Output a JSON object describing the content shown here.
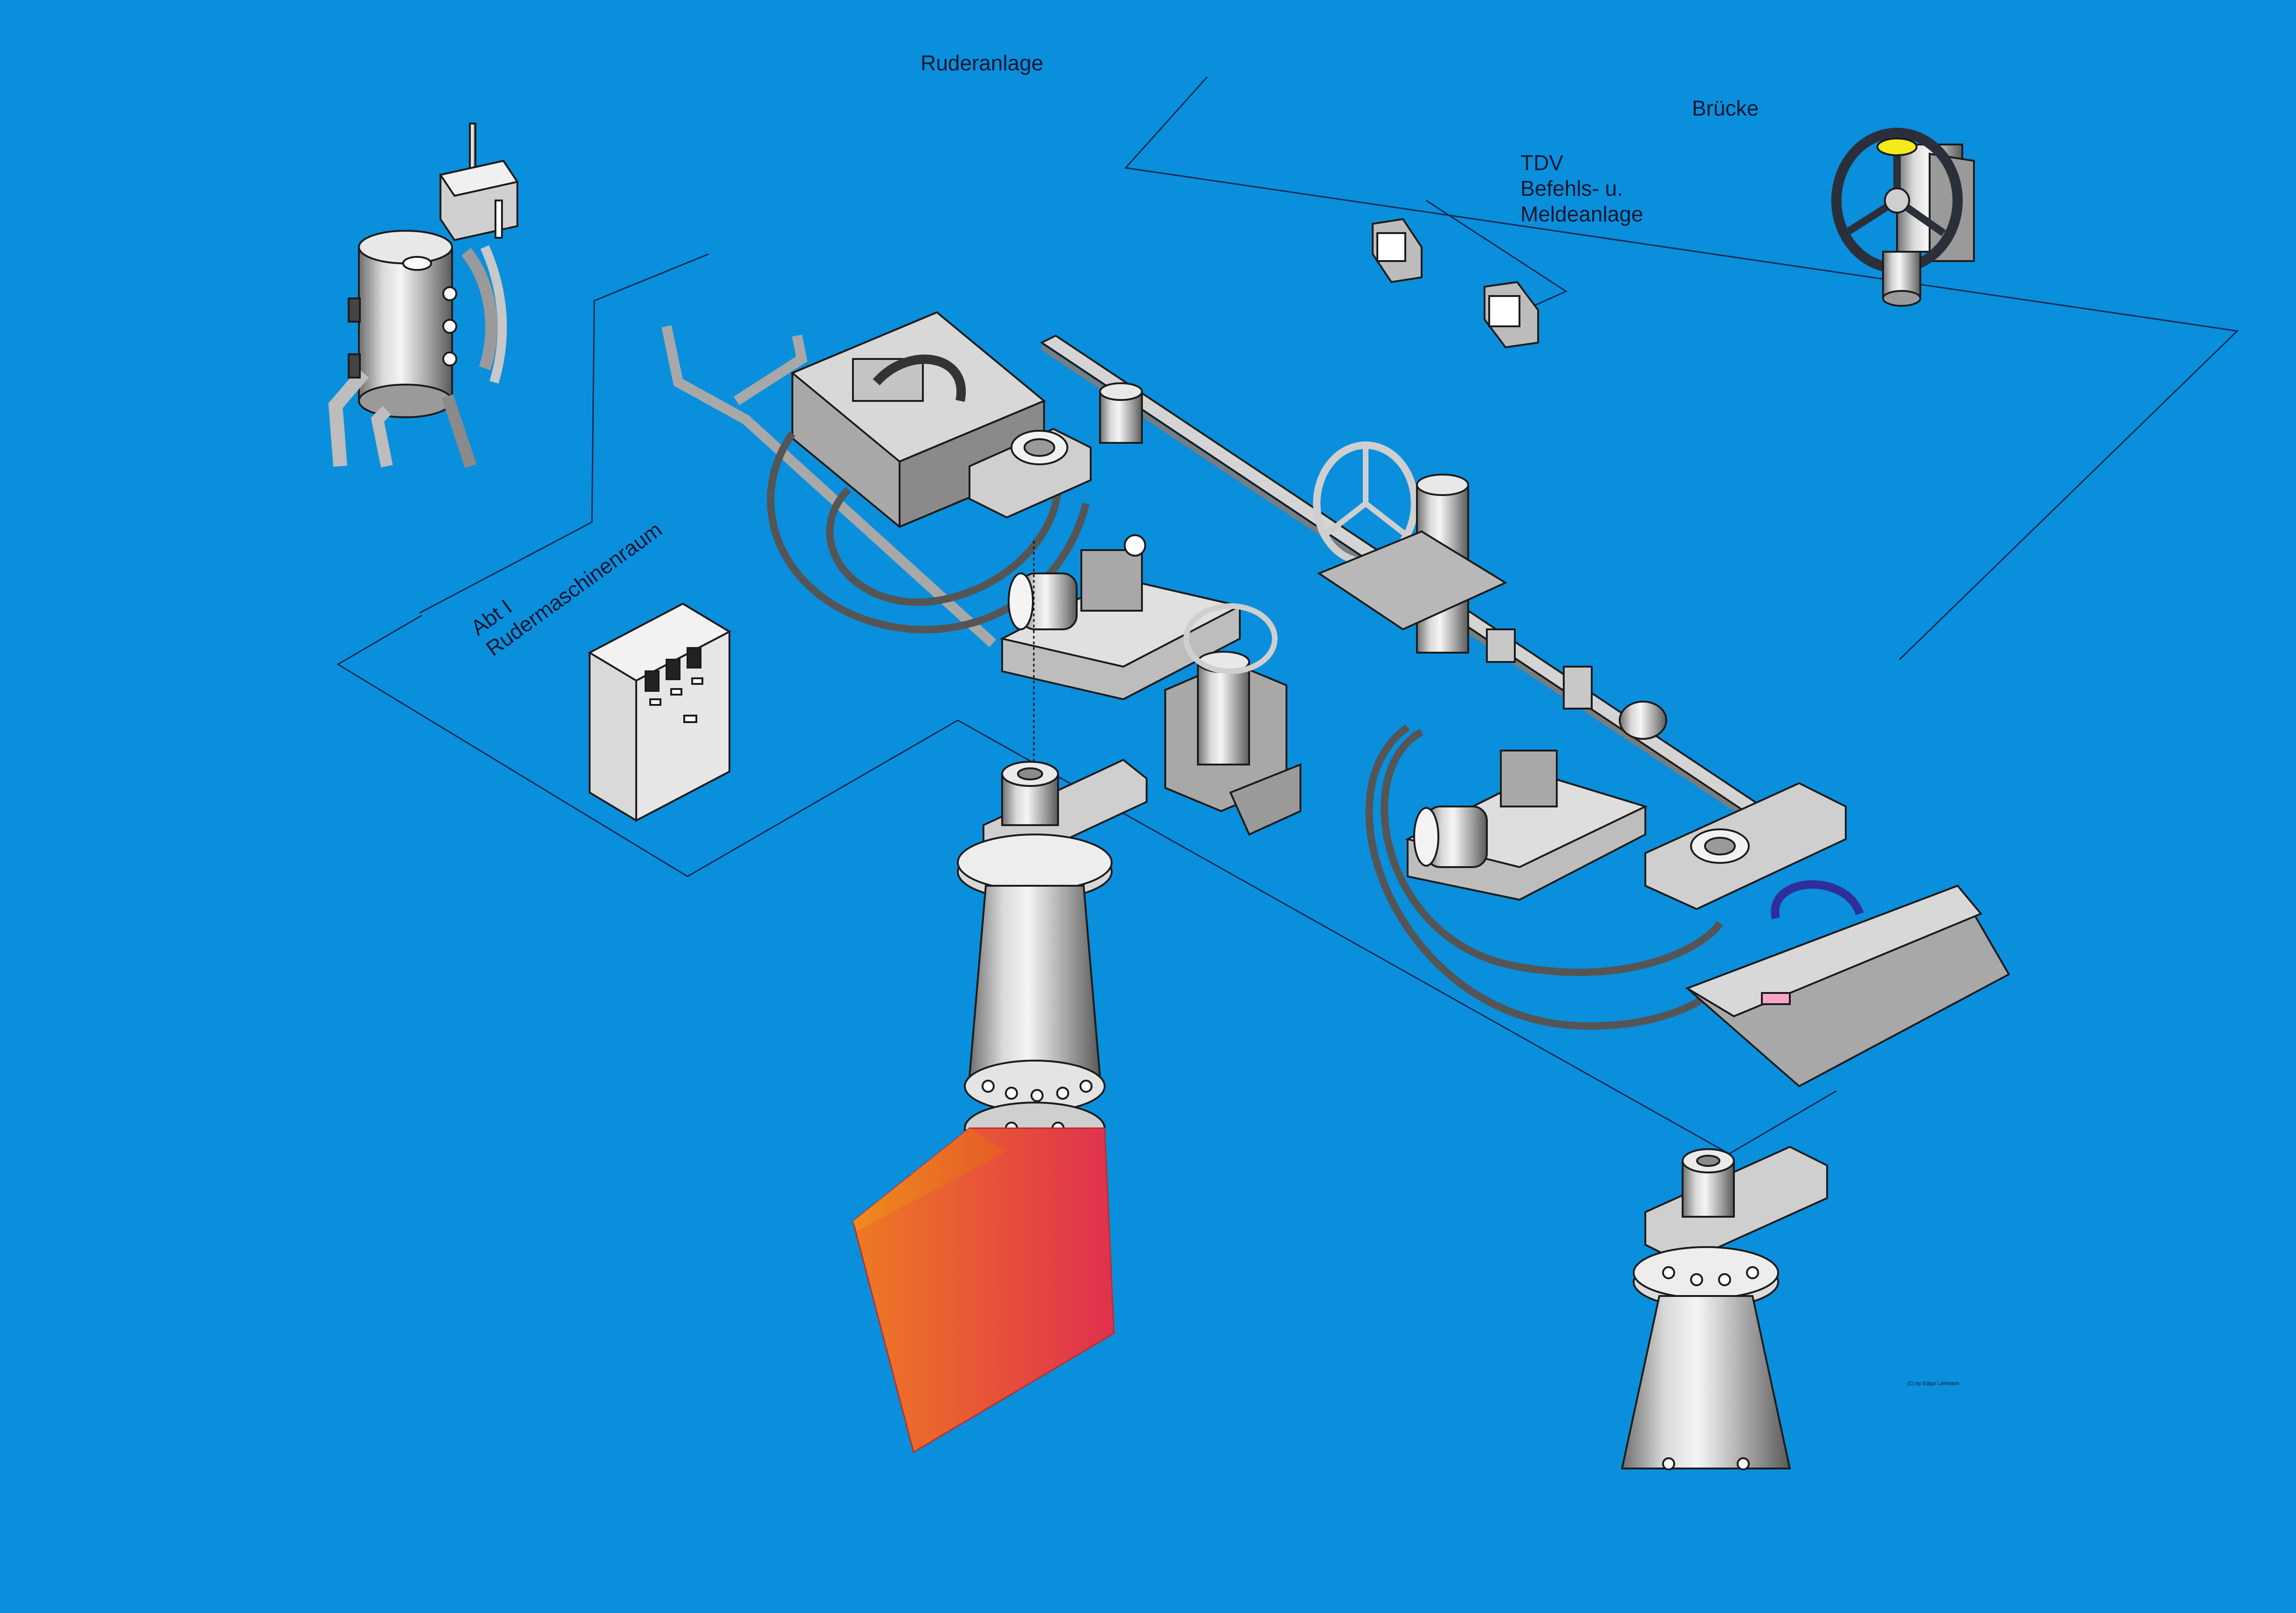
{
  "diagram": {
    "title": "Ruderanlage",
    "bridge_label": "Brücke",
    "tdv_label": [
      "TDV",
      "Befehls- u.",
      "Meldeanlage"
    ],
    "room_label": [
      "Abt I",
      "Rudermaschinenraum"
    ],
    "copyright": "(C) by Edgar Lehmann"
  },
  "colors": {
    "background": "#0a8fdc",
    "metal_light": "#e3e3e3",
    "metal_mid": "#b3b3b3",
    "metal_dark": "#6f6f6f",
    "outline": "#1b1b1b",
    "rudder_left": "#ee7a22",
    "rudder_right": "#e0304e",
    "accent_yellow": "#f3ea1c",
    "accent_blue": "#2e2e9c"
  }
}
